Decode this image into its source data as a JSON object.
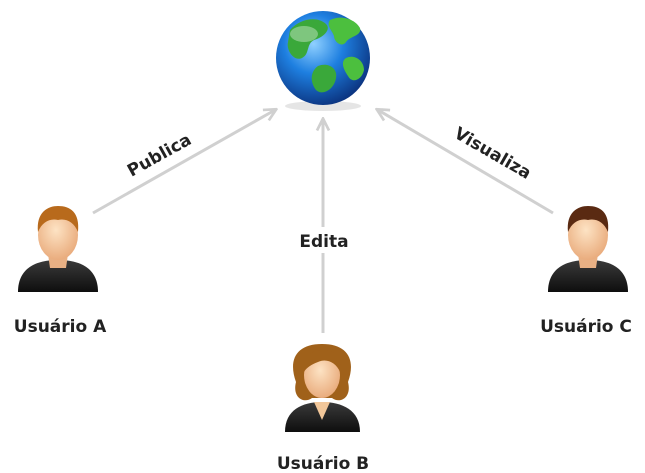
{
  "users": [
    {
      "id": "a",
      "label": "Usuário A",
      "icon": "man-avatar-icon"
    },
    {
      "id": "b",
      "label": "Usuário B",
      "icon": "woman-avatar-icon"
    },
    {
      "id": "c",
      "label": "Usuário C",
      "icon": "man-avatar-icon"
    }
  ],
  "center": {
    "icon": "globe-icon"
  },
  "edges": [
    {
      "from": "Usuário A",
      "to": "globe",
      "label": "Publica"
    },
    {
      "from": "Usuário B",
      "to": "globe",
      "label": "Edita"
    },
    {
      "from": "Usuário C",
      "to": "globe",
      "label": "Visualiza"
    }
  ],
  "colors": {
    "arrow": "#d0d0d0",
    "text": "#222222",
    "skin": "#f2c79a",
    "shirt": "#222222",
    "hair_a": "#b86a1c",
    "hair_b": "#a0611a",
    "hair_c": "#5a2a12",
    "ocean": "#1e7fe0",
    "land": "#3aa83a"
  }
}
